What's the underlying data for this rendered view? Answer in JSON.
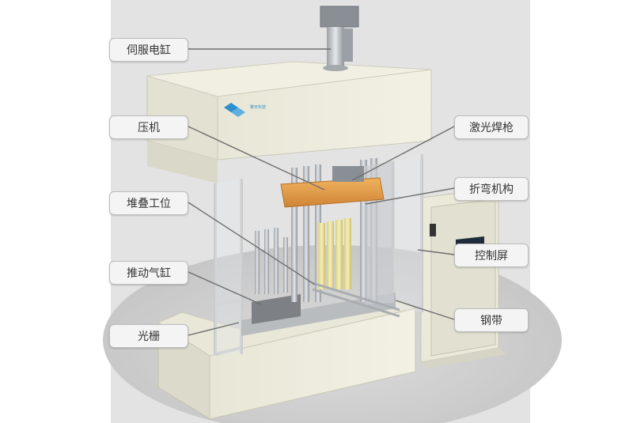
{
  "labels": {
    "servo_cylinder": "伺服电缸",
    "press": "压机",
    "laser_welding_gun": "激光焊枪",
    "bending_mechanism": "折弯机构",
    "stacking_station": "堆叠工位",
    "control_screen": "控制屏",
    "push_cylinder": "推动气缸",
    "steel_strap": "钢带",
    "light_curtain": "光栅"
  },
  "brand": {
    "logo_text": "擎天科技"
  },
  "colors": {
    "cabinet": "#efedde",
    "cabinet_edge": "#cfcdbd",
    "ground": "#cfcfcf",
    "frame_silver": "#d4d6d8",
    "press_orange": "#e7a04b",
    "cells": "#eee7a8",
    "logo_blue": "#2b8fd0",
    "callout_bg": "#f4f4f4",
    "leader": "#6e6e6e"
  }
}
